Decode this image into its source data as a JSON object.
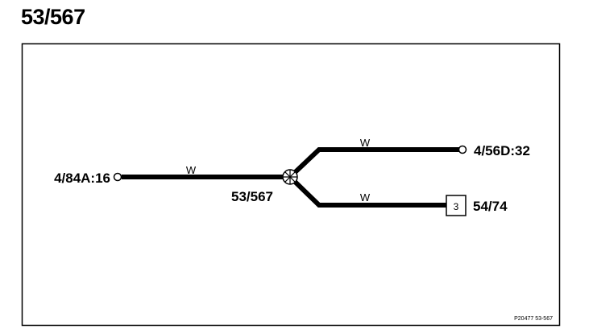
{
  "title": "53/567",
  "connectors": {
    "left": "4/84A:16",
    "top_right": "4/56D:32",
    "bottom_right": "54/74"
  },
  "splice": {
    "label": "53/567"
  },
  "wires": {
    "left": "W",
    "top": "W",
    "bottom": "W"
  },
  "component_box": {
    "number": "3"
  },
  "footer": {
    "code": "P20477  53-567"
  }
}
